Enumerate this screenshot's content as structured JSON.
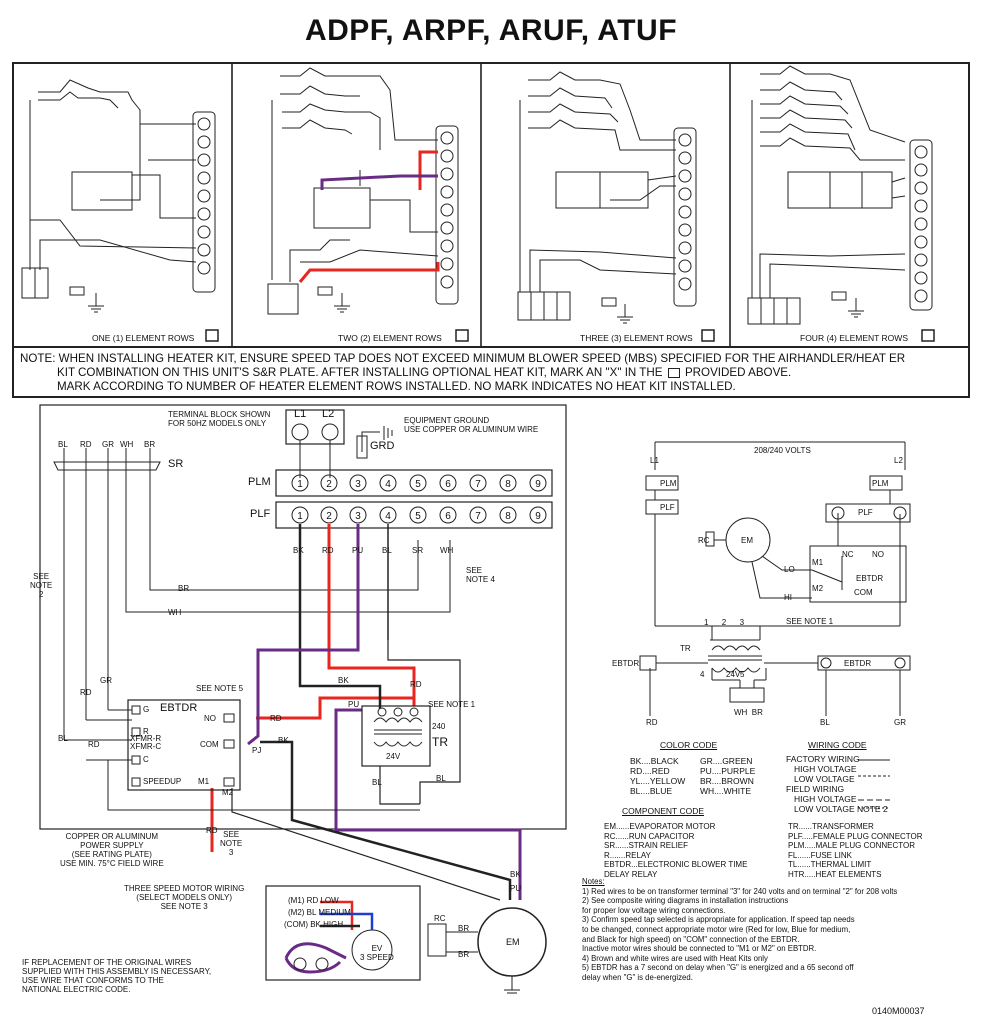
{
  "title": "ADPF, ARPF, ARUF, ATUF",
  "panels": [
    {
      "caption": "ONE (1) ELEMENT ROWS"
    },
    {
      "caption": "TWO (2) ELEMENT ROWS"
    },
    {
      "caption": "THREE (3) ELEMENT ROWS"
    },
    {
      "caption": "FOUR (4) ELEMENT ROWS"
    }
  ],
  "note": {
    "line1": "NOTE: WHEN INSTALLING HEATER KIT, ENSURE SPEED TAP DOES NOT EXCEED MINIMUM BLOWER SPEED (MBS) SPECIFIED FOR THE AIRHANDLER/HEAT  ER",
    "line2a": "KIT COMBINATION ON THIS UNIT'S S&R PLATE. AFTER INSTALLING OPTIONAL HEAT KIT, MARK AN \"X\" IN THE",
    "line2b": "PROVIDED ABOVE.",
    "line3": "MARK ACCORDING TO NUMBER OF HEATER ELEMENT ROWS INSTALLED. NO MARK INDICATES NO HEAT KIT INSTALLED."
  },
  "main": {
    "terminal_note": "TERMINAL BLOCK SHOWN\nFOR 50HZ MODELS ONLY",
    "ground_note": "EQUIPMENT GROUND\nUSE COPPER OR ALUMINUM WIRE",
    "grd": "GRD",
    "l1": "L1",
    "l2": "L2",
    "sr": "SR",
    "plm": "PLM",
    "plf": "PLF",
    "wire_tops": [
      "BL",
      "RD",
      "GR",
      "WH",
      "BR"
    ],
    "plf_wires": [
      "BK",
      "RD",
      "PU",
      "BL",
      "SR",
      "WH"
    ],
    "see_note_2": "SEE\nNOTE\n2",
    "see_note_4": "SEE\nNOTE 4",
    "see_note_5": "SEE NOTE 5",
    "see_note_1": "SEE NOTE 1",
    "see_note_3": "SEE\nNOTE\n3",
    "ebtdr": "EBTDR",
    "ebtdr_terms": [
      "G",
      "R",
      "XFMR-R",
      "XFMR-C",
      "C",
      "SPEEDUP"
    ],
    "ebtdr_right": [
      "NO",
      "COM",
      "M1",
      "M2"
    ],
    "tr": "TR",
    "v240": "240",
    "v24": "24V",
    "copper_note": "COPPER OR ALUMINUM\nPOWER SUPPLY\n(SEE RATING PLATE)\nUSE MIN. 75°C FIELD WIRE",
    "three_speed": "THREE SPEED MOTOR WIRING\n(SELECT MODELS ONLY)\nSEE NOTE 3",
    "speeds": [
      "(M1) RD LOW",
      "(M2) BL MEDIUM",
      "(COM) BK HIGH"
    ],
    "replacement_note": "IF REPLACEMENT OF THE ORIGINAL WIRES\nSUPPLIED WITH THIS ASSEMBLY IS NECESSARY,\nUSE WIRE THAT CONFORMS TO THE\nNATIONAL ELECTRIC CODE.",
    "em": "EM",
    "rc": "RC",
    "ev": "EV\n3 SPEED"
  },
  "ladder": {
    "volts": "208/240 VOLTS",
    "l1": "L1",
    "l2": "L2",
    "see_note_1": "SEE NOTE 1",
    "lo": "LO",
    "hi": "HI",
    "com": "COM",
    "nc": "NC",
    "no": "NO",
    "ebtdr": "EBTDR",
    "tr": "TR",
    "v24": "24V"
  },
  "color_code": {
    "heading": "COLOR CODE",
    "left": [
      "BK....BLACK",
      "RD....RED",
      "YL....YELLOW",
      "BL....BLUE"
    ],
    "right": [
      "GR....GREEN",
      "PU....PURPLE",
      "BR....BROWN",
      "WH....WHITE"
    ]
  },
  "wiring_code": {
    "heading": "WIRING CODE",
    "lines": [
      "FACTORY WIRING",
      "HIGH VOLTAGE",
      "LOW VOLTAGE",
      "FIELD WIRING",
      "HIGH VOLTAGE",
      "LOW VOLTAGE   NOTE 2"
    ]
  },
  "component_code": {
    "heading": "COMPONENT CODE",
    "left": [
      "EM......EVAPORATOR MOTOR",
      "RC......RUN CAPACITOR",
      "SR......STRAIN RELIEF",
      "R.......RELAY",
      "EBTDR...ELECTRONIC BLOWER TIME",
      "             DELAY RELAY"
    ],
    "right": [
      "TR......TRANSFORMER",
      "PLF.....FEMALE PLUG CONNECTOR",
      "PLM.....MALE PLUG CONNECTOR",
      "FL......FUSE LINK",
      "TL......THERMAL LIMIT",
      "HTR.....HEAT ELEMENTS"
    ]
  },
  "notes": {
    "heading": "Notes:",
    "lines": [
      "1) Red wires to be on transformer terminal \"3\" for 240 volts and on terminal \"2\" for 208 volts",
      "2) See composite wiring diagrams in installation instructions",
      "    for proper low voltage wiring connections.",
      "3) Confirm speed tap selected is appropriate for application. If speed tap needs",
      "    to be changed, connect appropriate motor wire (Red for low, Blue for medium,",
      "    and Black for high speed) on \"COM\" connection of the EBTDR.",
      "    Inactive motor wires should be connected to \"M1 or M2\" on EBTDR.",
      "4) Brown and white wires are used with Heat Kits only",
      "5) EBTDR has a 7 second on delay when \"G\" is energized and a 65 second off",
      "    delay when \"G\" is de-energized."
    ]
  },
  "part_number": "0140M00037",
  "colors": {
    "red": "#e8251f",
    "purple": "#6a2b86",
    "line": "#1a1a1a"
  }
}
